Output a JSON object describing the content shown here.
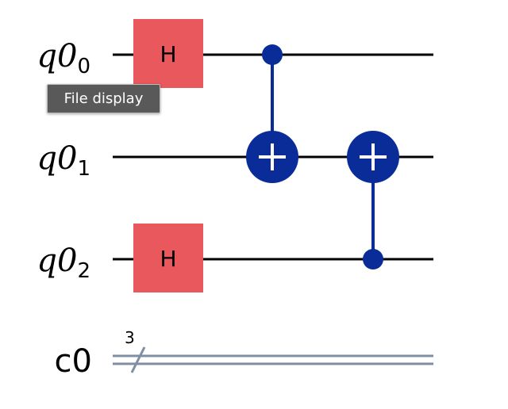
{
  "circuit": {
    "qubits": [
      {
        "name": "q0",
        "index": "0"
      },
      {
        "name": "q0",
        "index": "1"
      },
      {
        "name": "q0",
        "index": "2"
      }
    ],
    "classical_register": {
      "name": "c0",
      "size": "3"
    },
    "gates": [
      {
        "type": "H",
        "label": "H",
        "target_qubit": 0,
        "column": 1
      },
      {
        "type": "H",
        "label": "H",
        "target_qubit": 2,
        "column": 1
      },
      {
        "type": "CX",
        "control_qubit": 0,
        "target_qubit": 1,
        "column": 2
      },
      {
        "type": "CX",
        "control_qubit": 2,
        "target_qubit": 1,
        "column": 3
      }
    ],
    "colors": {
      "h_gate": "#e8585d",
      "cx_gate": "#0a2c99",
      "wire": "#000000",
      "classical_wire": "#7f8fa3"
    }
  },
  "tooltip": {
    "text": "File display"
  }
}
